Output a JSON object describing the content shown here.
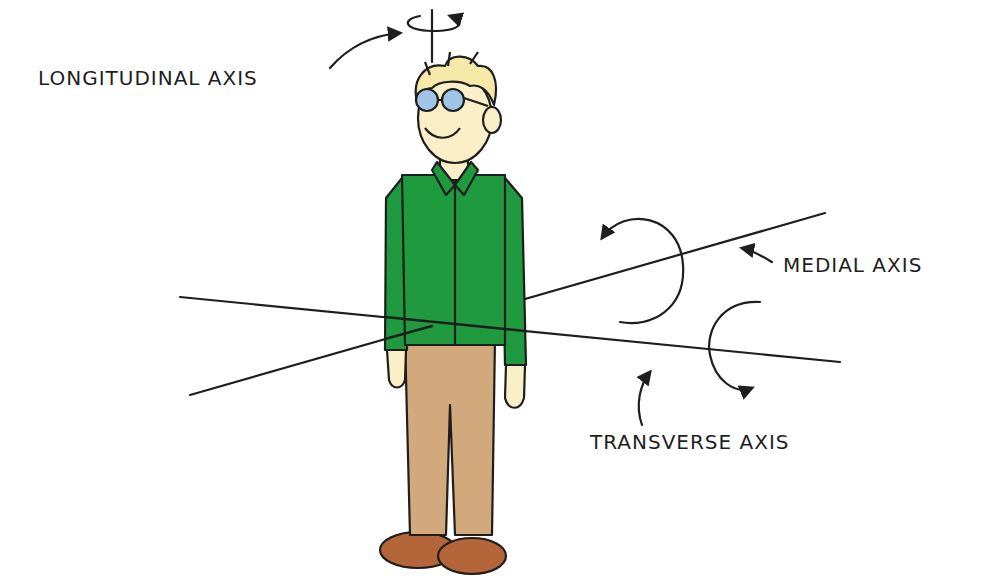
{
  "diagram": {
    "labels": [
      "LONGITUDINAL AXIS",
      "MEDIAL AXIS",
      "TRANSVERSE AXIS"
    ]
  }
}
